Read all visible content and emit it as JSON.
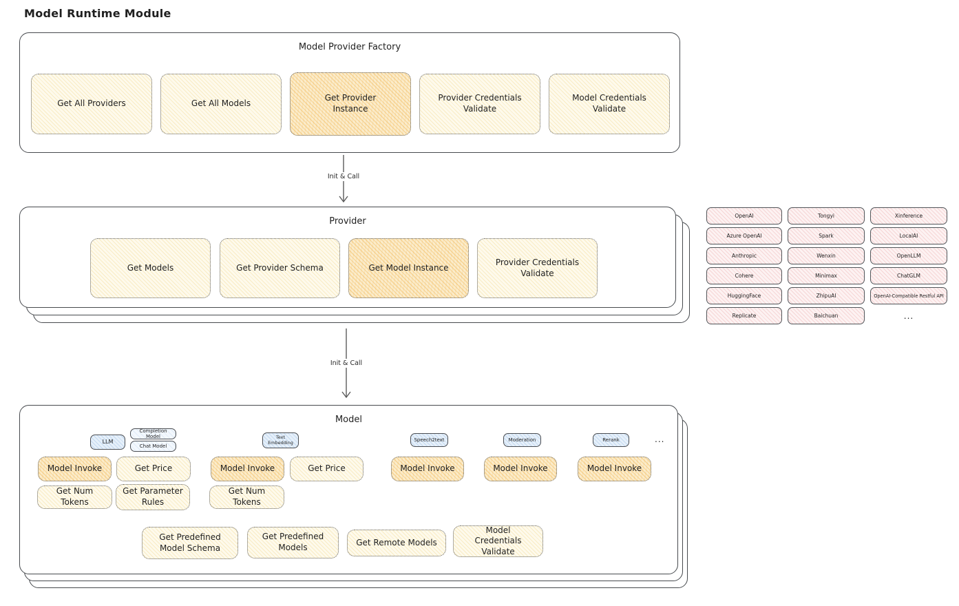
{
  "page_title": "Model Runtime Module",
  "factory": {
    "title": "Model Provider Factory",
    "methods": [
      {
        "label": "Get All Providers",
        "highlighted": false
      },
      {
        "label": "Get All Models",
        "highlighted": false
      },
      {
        "label": "Get Provider Instance",
        "highlighted": true
      },
      {
        "label": "Provider Credentials Validate",
        "highlighted": false
      },
      {
        "label": "Model Credentials Validate",
        "highlighted": false
      }
    ]
  },
  "arrows": {
    "factory_to_provider_label": "Init & Call",
    "provider_to_model_label": "Init & Call"
  },
  "provider": {
    "title": "Provider",
    "methods": [
      {
        "label": "Get Models",
        "highlighted": false
      },
      {
        "label": "Get Provider Schema",
        "highlighted": false
      },
      {
        "label": "Get Model Instance",
        "highlighted": true
      },
      {
        "label": "Provider Credentials Validate",
        "highlighted": false
      }
    ]
  },
  "providers_list": {
    "columns": [
      [
        "OpenAI",
        "Azure OpenAI",
        "Anthropic",
        "Cohere",
        "HuggingFace",
        "Replicate"
      ],
      [
        "Tongyi",
        "Spark",
        "Wenxin",
        "Minimax",
        "ZhipuAI",
        "Baichuan"
      ],
      [
        "Xinference",
        "LocalAI",
        "OpenLLM",
        "ChatGLM",
        "OpenAI-Compatible Restful API"
      ]
    ],
    "more_label": "..."
  },
  "model": {
    "title": "Model",
    "more_label": "...",
    "groups": [
      {
        "type": "LLM",
        "subtypes": [
          "Completion Model",
          "Chat Model"
        ],
        "methods": [
          {
            "label": "Model Invoke",
            "highlighted": true
          },
          {
            "label": "Get Price",
            "highlighted": false
          },
          {
            "label": "Get Num Tokens",
            "highlighted": false
          },
          {
            "label": "Get Parameter Rules",
            "highlighted": false
          }
        ]
      },
      {
        "type": "Text Embedding",
        "methods": [
          {
            "label": "Model Invoke",
            "highlighted": true
          },
          {
            "label": "Get Price",
            "highlighted": false
          },
          {
            "label": "Get Num Tokens",
            "highlighted": false
          }
        ]
      },
      {
        "type": "Speech2text",
        "methods": [
          {
            "label": "Model Invoke",
            "highlighted": true
          }
        ]
      },
      {
        "type": "Moderation",
        "methods": [
          {
            "label": "Model Invoke",
            "highlighted": true
          }
        ]
      },
      {
        "type": "Rerank",
        "methods": [
          {
            "label": "Model Invoke",
            "highlighted": true
          }
        ]
      }
    ],
    "shared_methods": [
      {
        "label": "Get Predefined Model Schema"
      },
      {
        "label": "Get Predefined Models"
      },
      {
        "label": "Get Remote Models"
      },
      {
        "label": "Model Credentials Validate"
      }
    ]
  },
  "colors": {
    "method_fill": "#fefaec",
    "method_highlight_fill": "#fbeccb",
    "provider_chip_fill": "#fdf2f2",
    "type_tab_fill": "#e6f0fa",
    "stroke": "#46494d"
  }
}
